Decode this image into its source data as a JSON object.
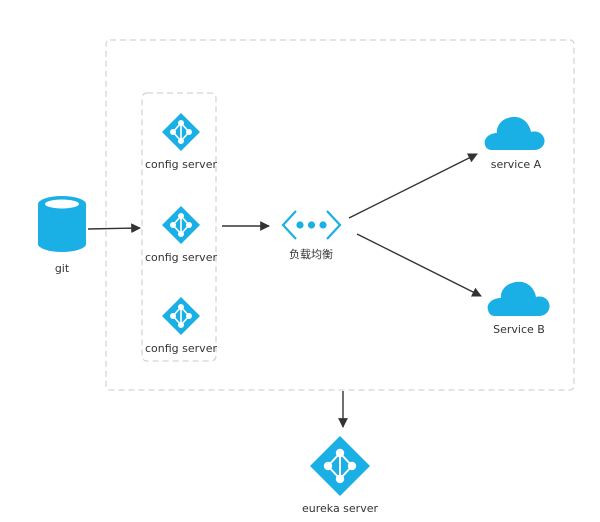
{
  "nodes": {
    "git": {
      "label": "git"
    },
    "config_servers": [
      {
        "label": "config server"
      },
      {
        "label": "config server"
      },
      {
        "label": "config server"
      }
    ],
    "load_balancer": {
      "label": "负载均衡"
    },
    "service_a": {
      "label": "service A"
    },
    "service_b": {
      "label": "Service B"
    },
    "eureka": {
      "label": "eureka server"
    }
  },
  "colors": {
    "icon": "#1AAFE5",
    "arrow": "#333333",
    "dashed_border": "#C8C8C8",
    "label": "#333333"
  },
  "icons": {
    "git": "database-icon",
    "config_server": "network-diamond-icon",
    "load_balancer": "load-balancer-icon",
    "service": "cloud-icon",
    "eureka": "network-diamond-icon"
  }
}
